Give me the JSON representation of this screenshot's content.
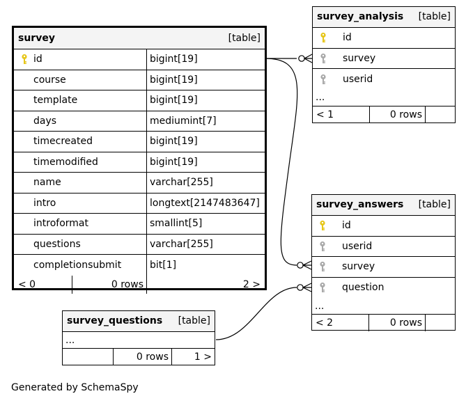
{
  "tables": {
    "survey": {
      "name": "survey",
      "kind": "[table]",
      "columns": [
        {
          "name": "id",
          "type": "bigint[19]",
          "pk": true
        },
        {
          "name": "course",
          "type": "bigint[19]"
        },
        {
          "name": "template",
          "type": "bigint[19]"
        },
        {
          "name": "days",
          "type": "mediumint[7]"
        },
        {
          "name": "timecreated",
          "type": "bigint[19]"
        },
        {
          "name": "timemodified",
          "type": "bigint[19]"
        },
        {
          "name": "name",
          "type": "varchar[255]"
        },
        {
          "name": "intro",
          "type": "longtext[2147483647]"
        },
        {
          "name": "introformat",
          "type": "smallint[5]"
        },
        {
          "name": "questions",
          "type": "varchar[255]"
        },
        {
          "name": "completionsubmit",
          "type": "bit[1]"
        }
      ],
      "footer": {
        "left": "< 0",
        "rows": "0 rows",
        "right": "2 >"
      }
    },
    "survey_analysis": {
      "name": "survey_analysis",
      "kind": "[table]",
      "columns": [
        {
          "name": "id",
          "key": "pk"
        },
        {
          "name": "survey",
          "key": "fk"
        },
        {
          "name": "userid",
          "key": "fk"
        }
      ],
      "ellipsis": "...",
      "footer": {
        "left": "< 1",
        "rows": "0 rows",
        "right": ""
      }
    },
    "survey_answers": {
      "name": "survey_answers",
      "kind": "[table]",
      "columns": [
        {
          "name": "id",
          "key": "pk"
        },
        {
          "name": "userid",
          "key": "fk"
        },
        {
          "name": "survey",
          "key": "fk"
        },
        {
          "name": "question",
          "key": "fk"
        }
      ],
      "ellipsis": "...",
      "footer": {
        "left": "< 2",
        "rows": "0 rows",
        "right": ""
      }
    },
    "survey_questions": {
      "name": "survey_questions",
      "kind": "[table]",
      "ellipsis": "...",
      "footer": {
        "left": "",
        "rows": "0 rows",
        "right": "1 >"
      }
    }
  },
  "generated_by": "Generated by SchemaSpy",
  "colors": {
    "pk_key": "#e6c619",
    "fk_key": "#a9a9a9",
    "header_bg": "#f4f4f4"
  },
  "icons": {
    "pk": "primary-key-icon",
    "fk": "foreign-key-icon"
  }
}
